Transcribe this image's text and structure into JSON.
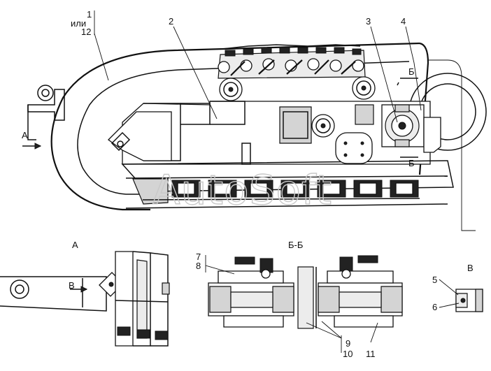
{
  "labels": {
    "l1": "1",
    "l_ili": "или",
    "l12": "12",
    "l2": "2",
    "l3": "3",
    "l4": "4",
    "l5": "5",
    "l6": "6",
    "l7": "7",
    "l8": "8",
    "l9": "9",
    "l10": "10",
    "l11": "11"
  },
  "views": {
    "arrow_a": "А",
    "arrow_b_top": "Б",
    "arrow_b_bottom": "Б",
    "arrow_v": "В",
    "title_a": "А",
    "title_bb": "Б-Б",
    "title_v": "В"
  },
  "watermark": "AutoSoft"
}
